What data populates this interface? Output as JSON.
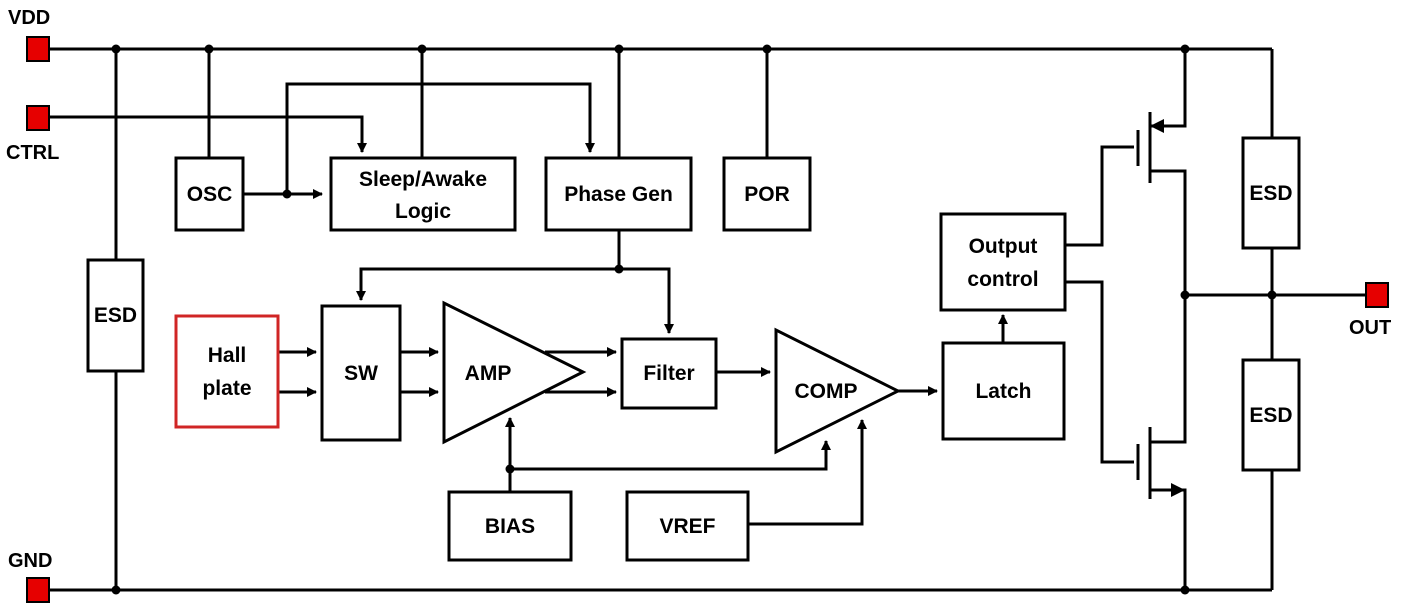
{
  "pins": {
    "vdd": {
      "label": "VDD",
      "color": "#e60000"
    },
    "ctrl": {
      "label": "CTRL",
      "color": "#e60000"
    },
    "gnd": {
      "label": "GND",
      "color": "#e60000"
    },
    "out": {
      "label": "OUT",
      "color": "#e60000"
    }
  },
  "blocks": {
    "osc": "OSC",
    "sleep_line1": "Sleep/Awake",
    "sleep_line2": "Logic",
    "phase_gen": "Phase Gen",
    "por": "POR",
    "esd_left": "ESD",
    "hall_line1": "Hall",
    "hall_line2": "plate",
    "sw": "SW",
    "amp": "AMP",
    "filter": "Filter",
    "comp": "COMP",
    "latch": "Latch",
    "output_line1": "Output",
    "output_line2": "control",
    "bias": "BIAS",
    "vref": "VREF",
    "esd_top_right": "ESD",
    "esd_bottom_right": "ESD"
  },
  "colors": {
    "hall_border": "#d02525",
    "pin_fill": "#e60000"
  }
}
